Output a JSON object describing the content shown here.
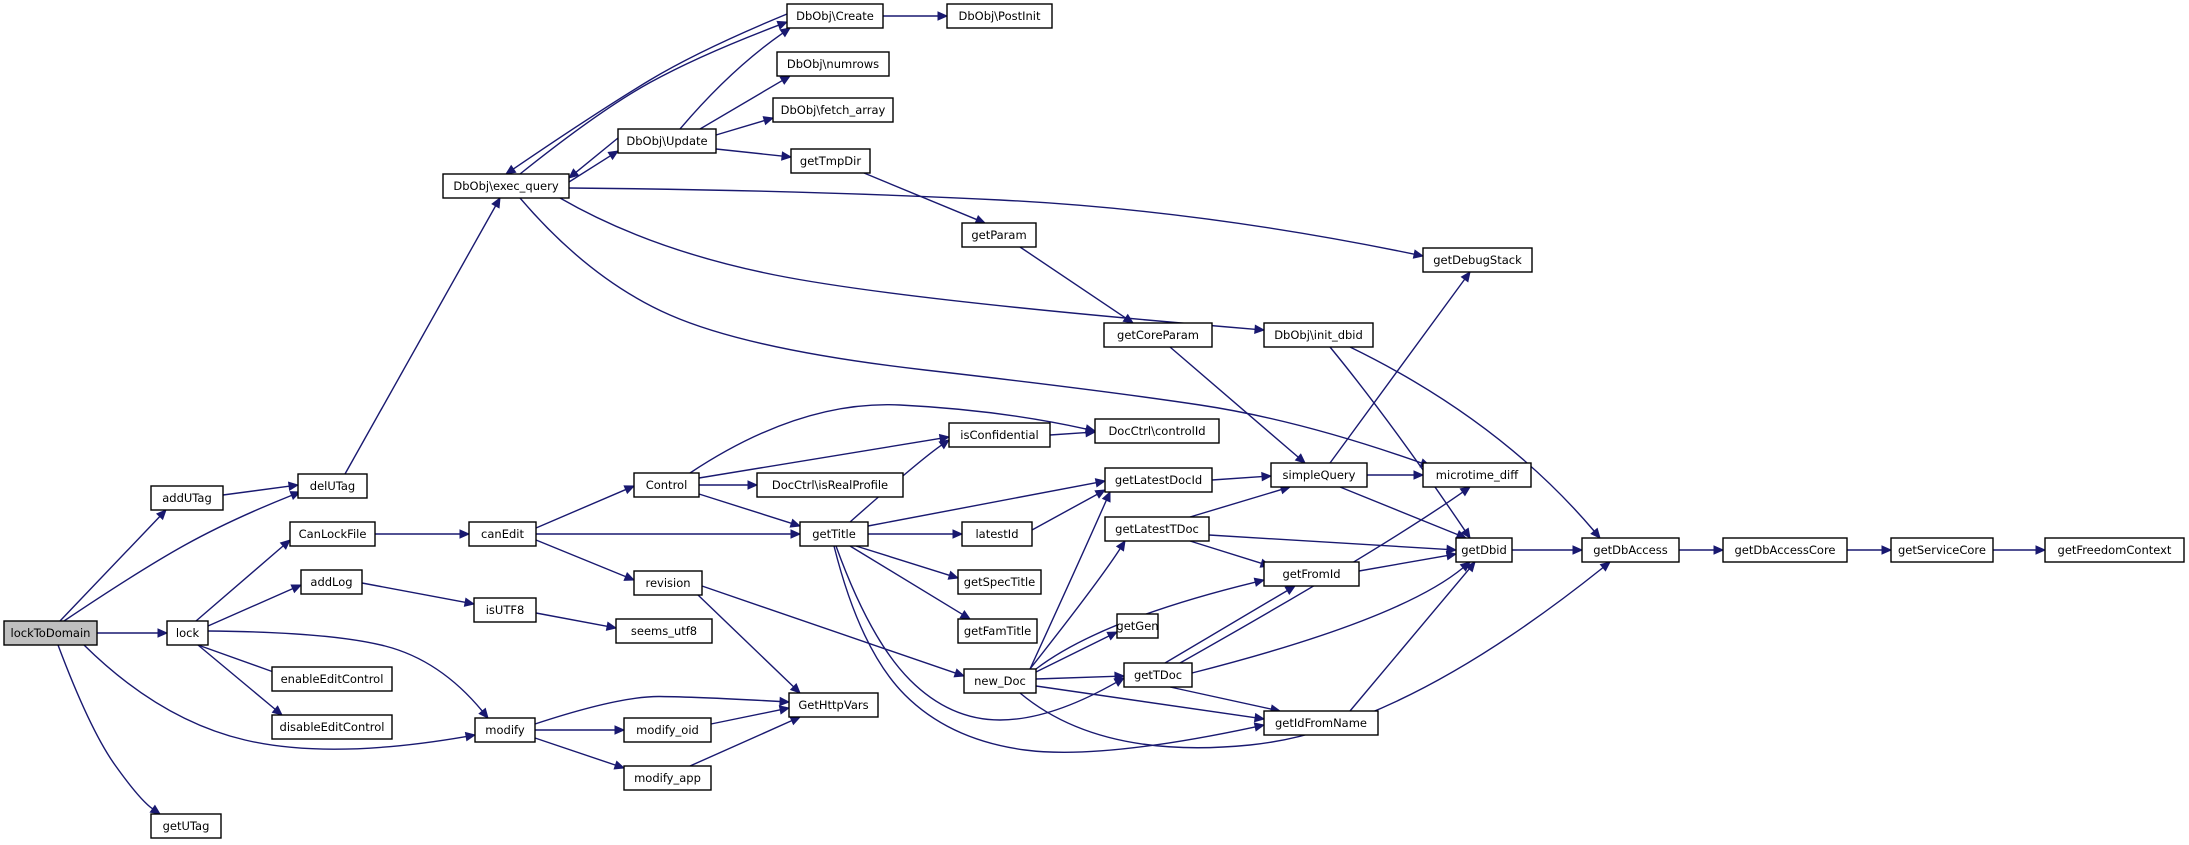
{
  "nodes": {
    "lockToDomain": "lockToDomain",
    "addUTag": "addUTag",
    "delUTag": "delUTag",
    "lock": "lock",
    "getUTag": "getUTag",
    "CanLockFile": "CanLockFile",
    "addLog": "addLog",
    "enableEditControl": "enableEditControl",
    "disableEditControl": "disableEditControl",
    "modify": "modify",
    "exec_query": "DbObj\\exec_query",
    "create": "DbObj\\Create",
    "postinit": "DbObj\\PostInit",
    "numrows": "DbObj\\numrows",
    "fetch_array": "DbObj\\fetch_array",
    "update": "DbObj\\Update",
    "getTmpDir": "getTmpDir",
    "getParam": "getParam",
    "getCoreParam": "getCoreParam",
    "init_dbid": "DbObj\\init_dbid",
    "getDebugStack": "getDebugStack",
    "canEdit": "canEdit",
    "Control": "Control",
    "isRealProfile": "DocCtrl\\isRealProfile",
    "controlId": "DocCtrl\\controlId",
    "isConfidential": "isConfidential",
    "getTitle": "getTitle",
    "revision": "revision",
    "isUTF8": "isUTF8",
    "seems_utf8": "seems_utf8",
    "modify_oid": "modify_oid",
    "modify_app": "modify_app",
    "GetHttpVars": "GetHttpVars",
    "latestId": "latestId",
    "getSpecTitle": "getSpecTitle",
    "getFamTitle": "getFamTitle",
    "new_Doc": "new_Doc",
    "getLatestDocId": "getLatestDocId",
    "getLatestTDoc": "getLatestTDoc",
    "getGen": "getGen",
    "getTDoc": "getTDoc",
    "simpleQuery": "simpleQuery",
    "microtime_diff": "microtime_diff",
    "getFromId": "getFromId",
    "getIdFromName": "getIdFromName",
    "getDbid": "getDbid",
    "getDbAccess": "getDbAccess",
    "getDbAccessCore": "getDbAccessCore",
    "getServiceCore": "getServiceCore",
    "getFreedomContext": "getFreedomContext"
  },
  "colors": {
    "edge": "#191970",
    "root_fill": "#bfbfbf",
    "node_fill": "#ffffff",
    "node_border": "#000000"
  }
}
